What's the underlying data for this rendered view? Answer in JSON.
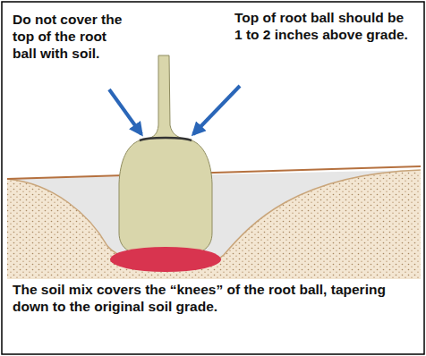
{
  "diagram": {
    "labels": [
      "Do not cover the top of the root ball with soil.",
      "Top of root ball should be 1 to 2 inches above grade.",
      "The soil mix covers the “knees” of the root ball, tapering down to the original soil grade."
    ]
  }
}
